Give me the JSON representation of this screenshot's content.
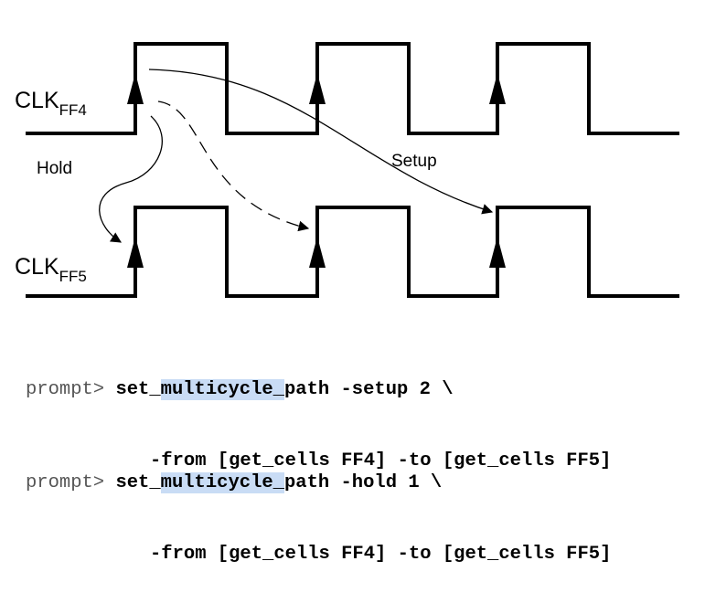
{
  "signals": [
    {
      "name": "CLK",
      "subscript": "FF4"
    },
    {
      "name": "CLK",
      "subscript": "FF5"
    }
  ],
  "annotations": {
    "hold": "Hold",
    "setup": "Setup"
  },
  "commands": [
    {
      "prompt": "prompt>",
      "cmd_pre": "set_",
      "cmd_highlight": "multicycle_",
      "cmd_post": "path",
      "args_line1": " -setup 2 \\",
      "args_line2": "-from [get_cells FF4] -to [get_cells FF5]"
    },
    {
      "prompt": "prompt>",
      "cmd_pre": "set_",
      "cmd_highlight": "multicycle_",
      "cmd_post": "path",
      "args_line1": " -hold 1 \\",
      "args_line2": "-from [get_cells FF4] -to [get_cells FF5]"
    }
  ],
  "colors": {
    "waveform": "#000000",
    "highlight": "#c9dcf5",
    "prompt": "#555555"
  }
}
